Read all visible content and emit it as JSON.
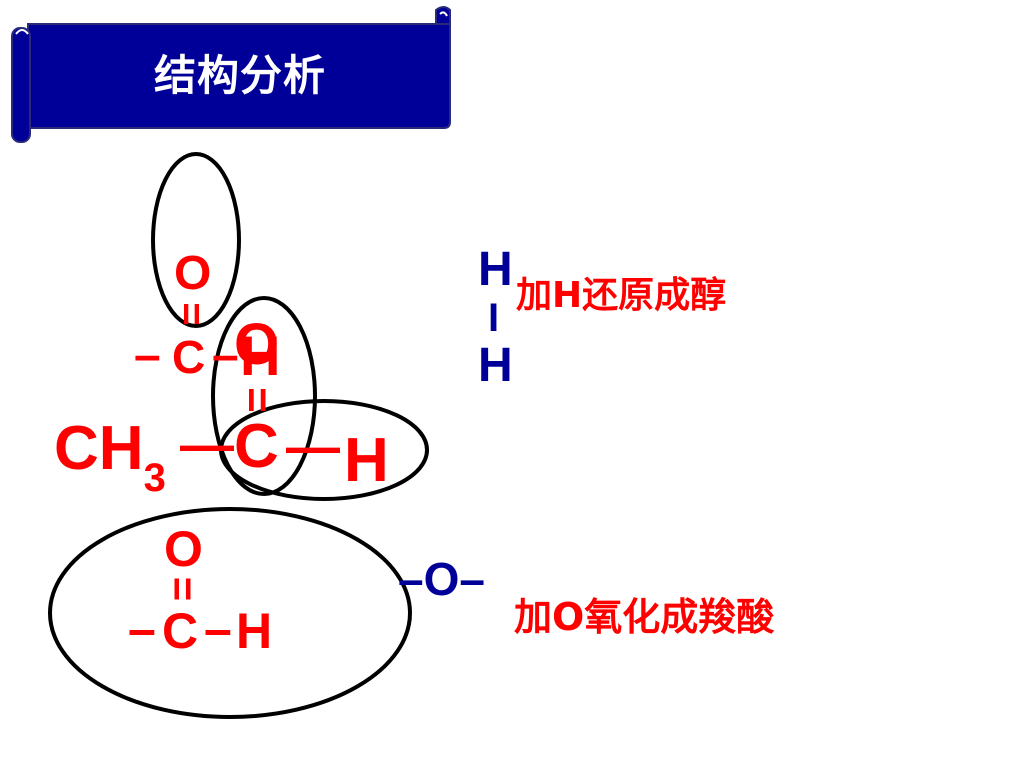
{
  "banner": {
    "title": "结构分析"
  },
  "formula": {
    "ketone": {
      "o": "O",
      "dbl": "=",
      "c": "C",
      "h": "H"
    },
    "aldehyde_top": {
      "o": "O",
      "dbl": "=",
      "c": "C",
      "bond_left": "–",
      "bond_right": "–",
      "h": "H"
    },
    "main": {
      "ch": "CH",
      "sub": "3",
      "bond1": "—",
      "c": "C",
      "bond2": "—",
      "h": "H"
    },
    "aldehyde_bottom": {
      "o": "O",
      "dbl": "=",
      "bond_left": "–",
      "c": "C",
      "bond_right": "–",
      "h": "H"
    }
  },
  "hydrogen": {
    "h_top": "H",
    "bond": "I",
    "h_bottom": "H",
    "note": "加H还原成醇"
  },
  "oxygen": {
    "label": "–O–",
    "note": "加O氧化成羧酸"
  },
  "colors": {
    "banner": "#000099",
    "formula": "#ff0000",
    "reagent": "#000099"
  }
}
